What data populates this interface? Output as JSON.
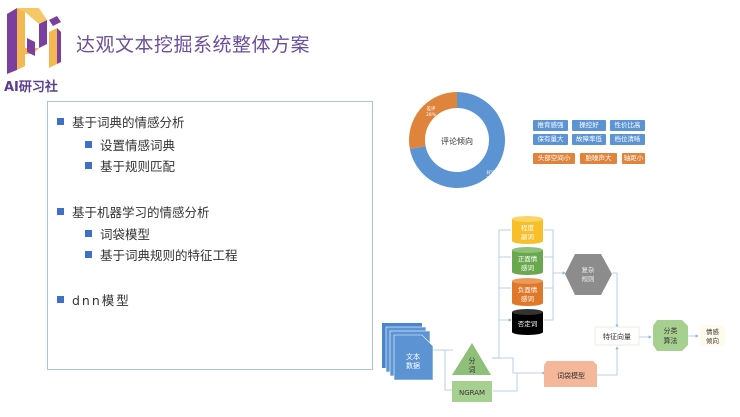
{
  "header": {
    "title": "达观文本挖掘系统整体方案",
    "brand": "AI研习社"
  },
  "outline": {
    "items": [
      {
        "label": "基于词典的情感分析",
        "level": 1
      },
      {
        "label": "设置情感词典",
        "level": 2
      },
      {
        "label": "基于规则匹配",
        "level": 2
      },
      {
        "label": "基于机器学习的情感分析",
        "level": 1
      },
      {
        "label": "词袋模型",
        "level": 2
      },
      {
        "label": "基于词典规则的特征工程",
        "level": 2
      },
      {
        "label": "dnn模型",
        "level": 1
      }
    ]
  },
  "donut": {
    "center_label": "评论倾向",
    "slices": [
      {
        "label": "好评",
        "percent_label": "72%",
        "value": 72,
        "color": "#5b93d3"
      },
      {
        "label": "差评",
        "percent_label": "28%",
        "value": 28,
        "color": "#e0843c"
      }
    ]
  },
  "tags": {
    "positive": [
      "推背感强",
      "操控好",
      "性价比高",
      "保有量大",
      "故障率低",
      "档位清晰"
    ],
    "negative": [
      "头部空间小",
      "胎噪声大",
      "轴距小"
    ]
  },
  "diagram": {
    "text_data": [
      "文本",
      "数据"
    ],
    "segment": [
      "分",
      "词"
    ],
    "ngram": "NGRAM",
    "degree": [
      "程度",
      "副词"
    ],
    "positive": [
      "正面情",
      "感词"
    ],
    "negative": [
      "负面情",
      "感词"
    ],
    "negation": "否定词",
    "complex_rules": [
      "复杂",
      "规则"
    ],
    "bow": "词袋模型",
    "feature_vector": "特征向量",
    "classifier": [
      "分类",
      "算法"
    ],
    "sentiment": [
      "情感",
      "倾向"
    ]
  }
}
